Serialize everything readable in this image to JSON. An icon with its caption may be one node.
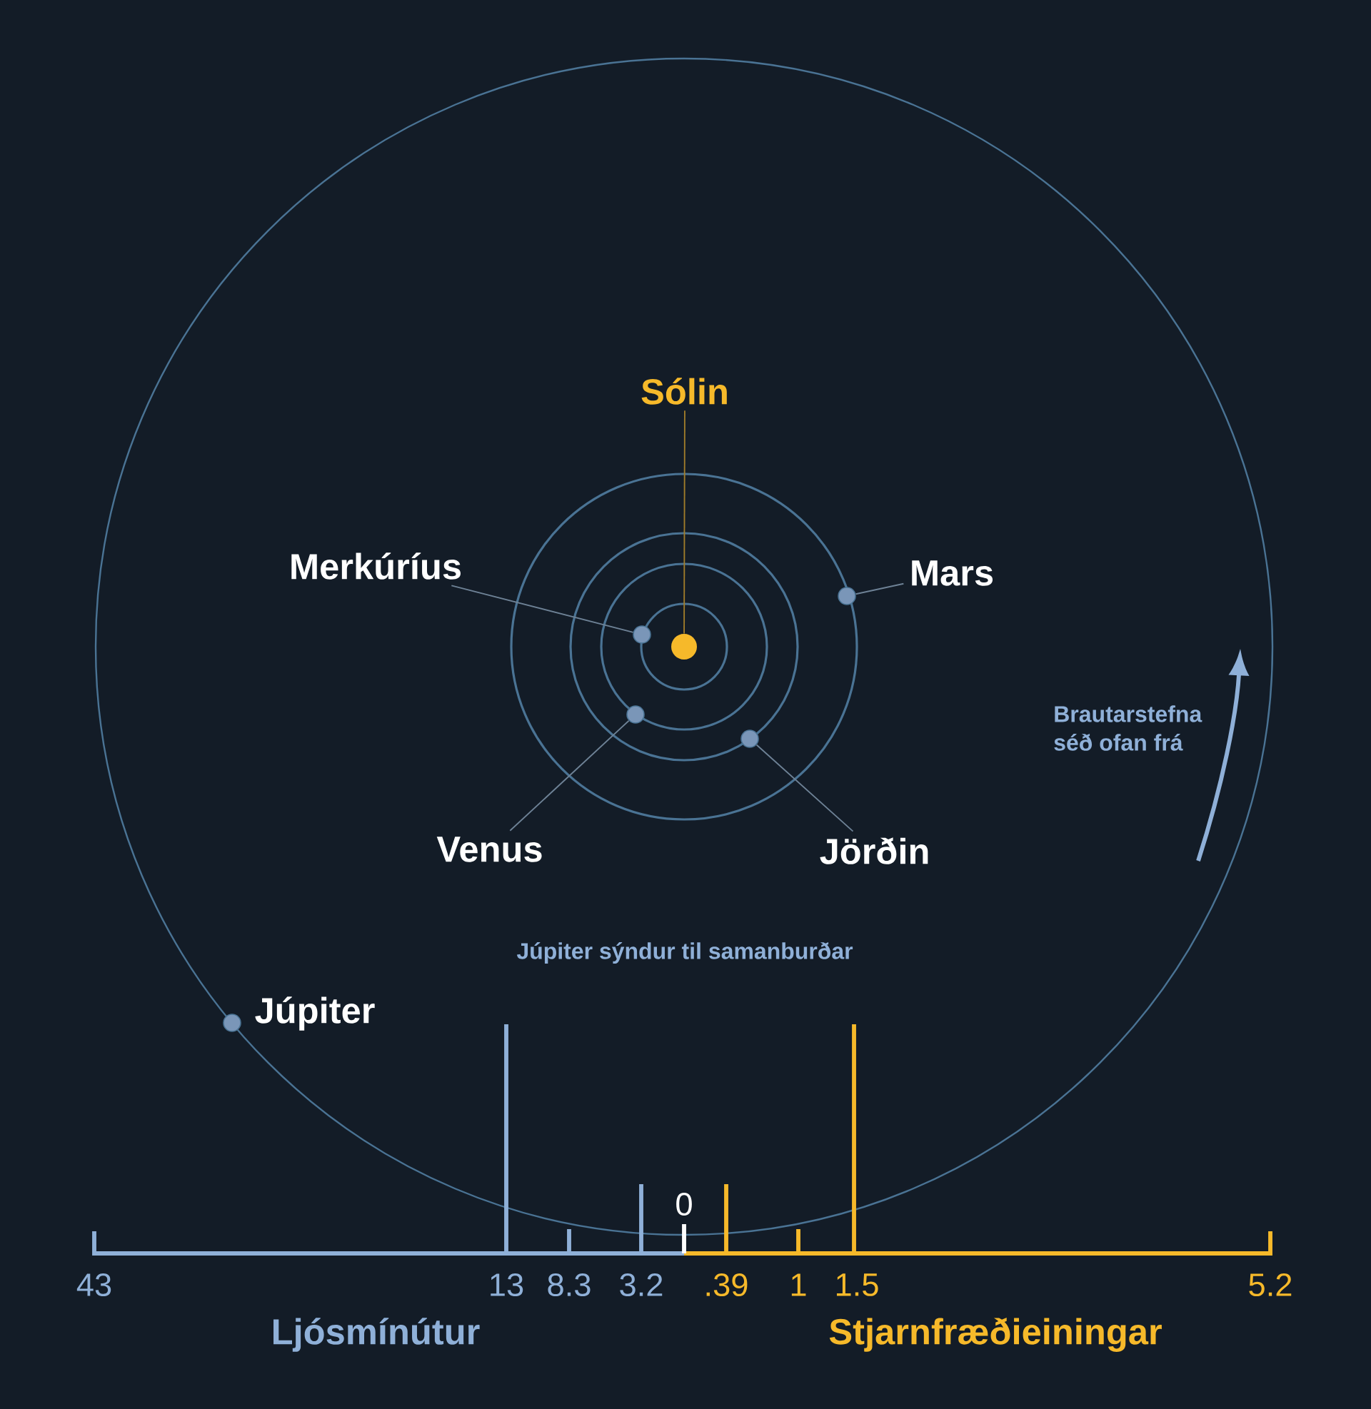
{
  "diagram": {
    "nodes": [
      {
        "text": [
          "Sólin"
        ]
      },
      {
        "text": [],
        "shape": "circle"
      },
      {
        "text": [
          "Merkúríus"
        ]
      },
      {
        "text": [],
        "shape": "circle"
      },
      {
        "text": [
          "Mars"
        ]
      },
      {
        "text": [],
        "shape": "circle"
      },
      {
        "text": [
          "Venus"
        ]
      },
      {
        "text": [],
        "shape": "circle"
      },
      {
        "text": [
          "Jörðin"
        ]
      },
      {
        "text": [],
        "shape": "circle"
      },
      {
        "text": [],
        "shape": "circle"
      }
    ],
    "edges": [
      {
        "from": 0,
        "to": 1,
        "arrow": "none",
        "color": "#a07c2a"
      },
      {
        "from": 2,
        "to": 3,
        "arrow": "none"
      },
      {
        "from": 4,
        "to": 5,
        "arrow": "none"
      },
      {
        "from": 6,
        "to": 7,
        "arrow": "none"
      },
      {
        "from": 8,
        "to": 9,
        "arrow": "none"
      }
    ],
    "labels": [
      "Brautarstefna séð ofan frá",
      "Júpiter sýndur til samanburðar",
      "Júpiter",
      "0",
      "43",
      "13",
      "8.3",
      "3.2",
      ".39",
      "1",
      "1.5",
      "5.2",
      "Ljósmínútur",
      "Stjarnfræðieiningar"
    ]
  }
}
